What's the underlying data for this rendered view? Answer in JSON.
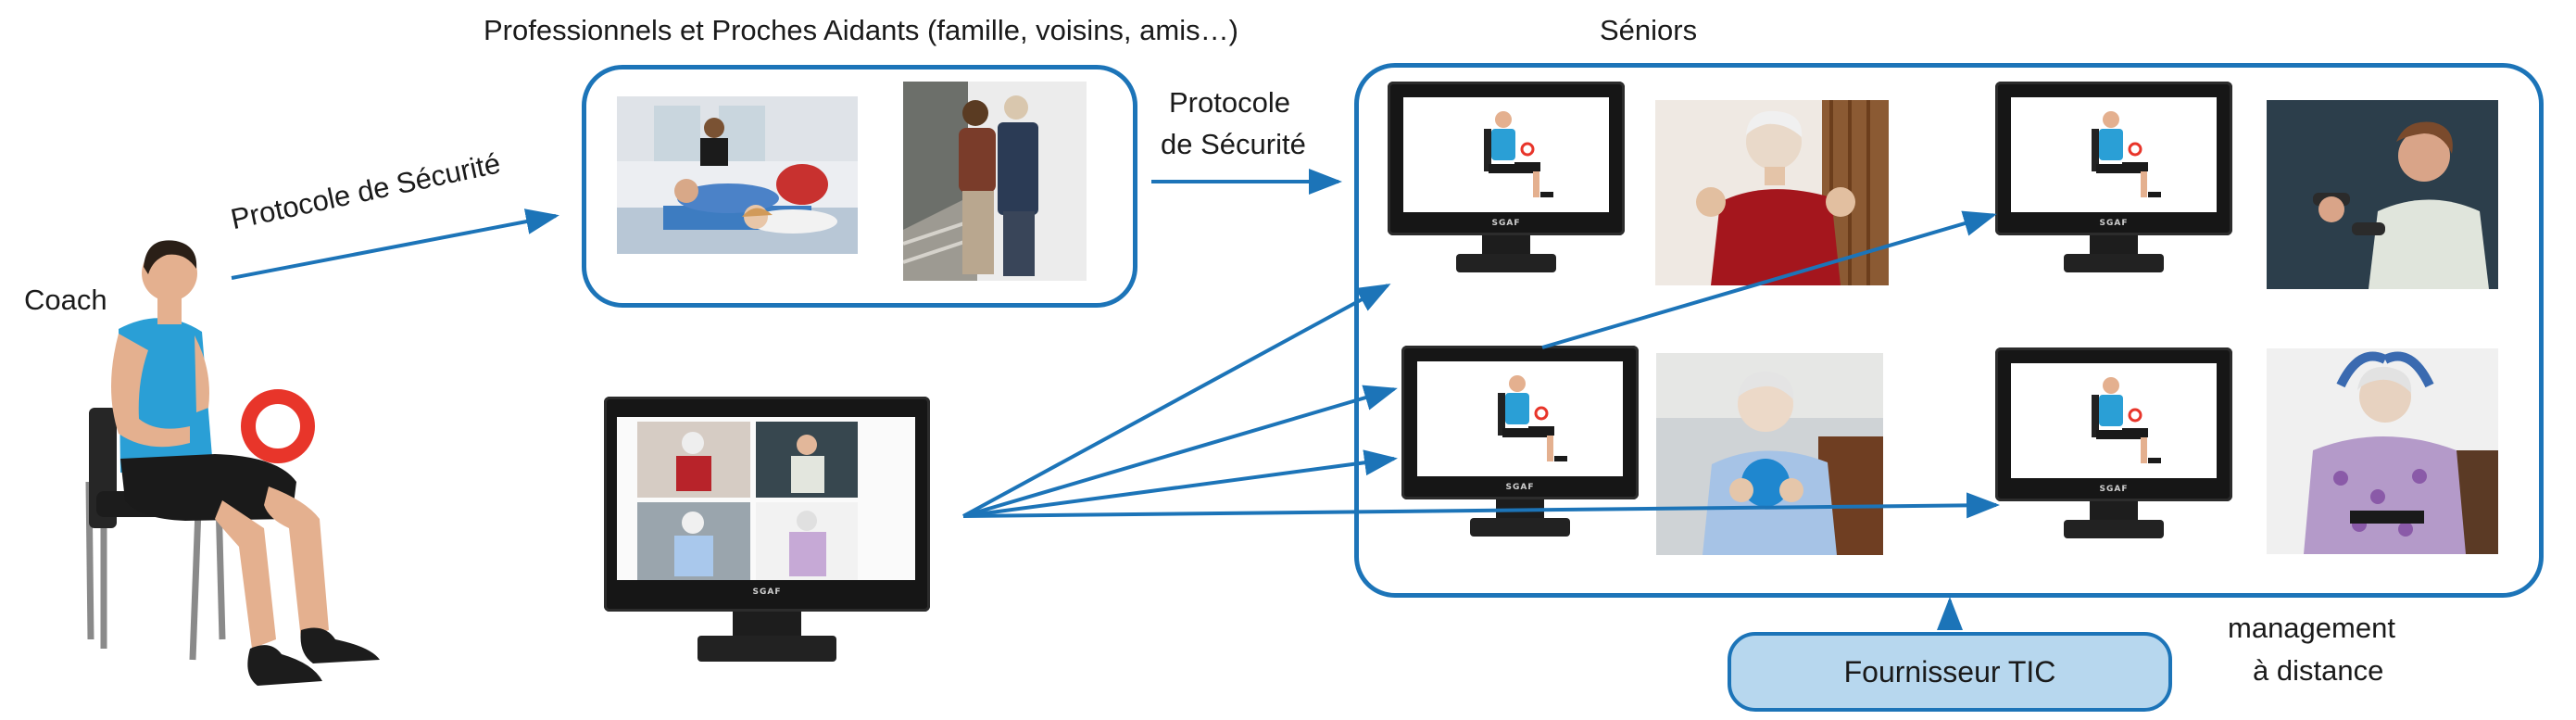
{
  "labels": {
    "coach": "Coach",
    "proches_title": "Professionnels et Proches Aidants (famille, voisins, amis…)",
    "seniors_title": "Séniors",
    "protocole_diag": "Protocole de Sécurité",
    "protocole_line1": "Protocole",
    "protocole_line2": "de Sécurité",
    "fournisseur": "Fournisseur TIC",
    "management_line1": "management",
    "management_line2": "à distance"
  },
  "monitor_brand": "SGAF",
  "colors": {
    "accent_blue": "#1c74b8",
    "fournisseur_fill": "#b7d7ee",
    "monitor_black": "#161616",
    "shirt_blue": "#2a9fd6",
    "weight_red": "#e8352a"
  },
  "icons": [
    "coach-figure",
    "monitor-icon",
    "senior-photo",
    "group-photo"
  ]
}
